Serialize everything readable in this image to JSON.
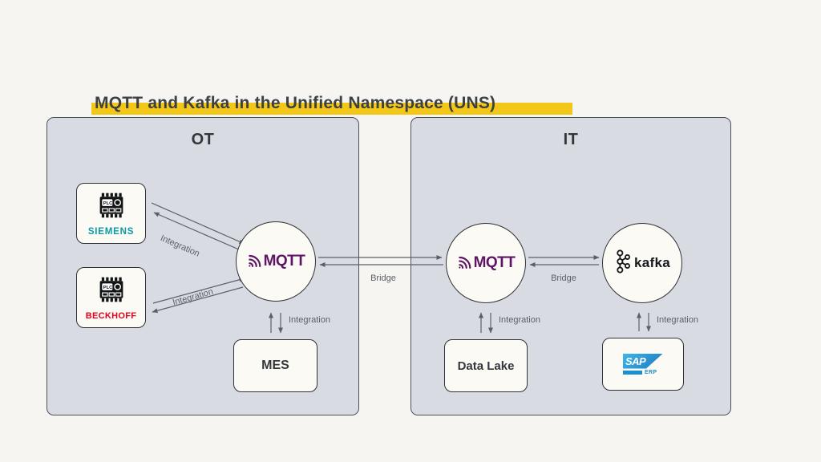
{
  "title": "MQTT and Kafka in the Unified Namespace (UNS)",
  "panels": {
    "ot": {
      "label": "OT"
    },
    "it": {
      "label": "IT"
    }
  },
  "nodes": {
    "siemens": {
      "label": "SIEMENS",
      "icon": "plc-chip-icon"
    },
    "beckhoff": {
      "label": "BECKHOFF",
      "icon": "plc-chip-icon"
    },
    "mqtt_ot": {
      "label": "MQTT",
      "icon": "mqtt-signal-icon"
    },
    "mes": {
      "label": "MES"
    },
    "mqtt_it": {
      "label": "MQTT",
      "icon": "mqtt-signal-icon"
    },
    "kafka": {
      "label": "kafka",
      "icon": "kafka-nodes-icon"
    },
    "data_lake": {
      "label": "Data Lake"
    },
    "sap": {
      "label": "SAP",
      "sublabel": "ERP",
      "icon": "sap-logo"
    }
  },
  "edges": {
    "siemens_mqtt_label": "Integration",
    "beckhoff_mqtt_label": "Integration",
    "mqtt_mes_label": "Integration",
    "ot_it_bridge_label": "Bridge",
    "mqtt_kafka_bridge_label": "Bridge",
    "mqtt_datalake_label": "Integration",
    "kafka_sap_label": "Integration"
  },
  "colors": {
    "page_background": "#F6F5F2",
    "panel_background": "#D8DBE2",
    "panel_border": "#4B5058",
    "node_background": "#FCFAF5",
    "node_border": "#2E3237",
    "title_highlight": "#F2C718",
    "title_text": "#3D4145",
    "mqtt_purple": "#5E1566",
    "siemens_teal": "#0B9AA8",
    "beckhoff_red": "#E2001A",
    "kafka_black": "#16191C",
    "sap_blue": "#1B8FD0",
    "arrow_gray": "#5B6068"
  }
}
